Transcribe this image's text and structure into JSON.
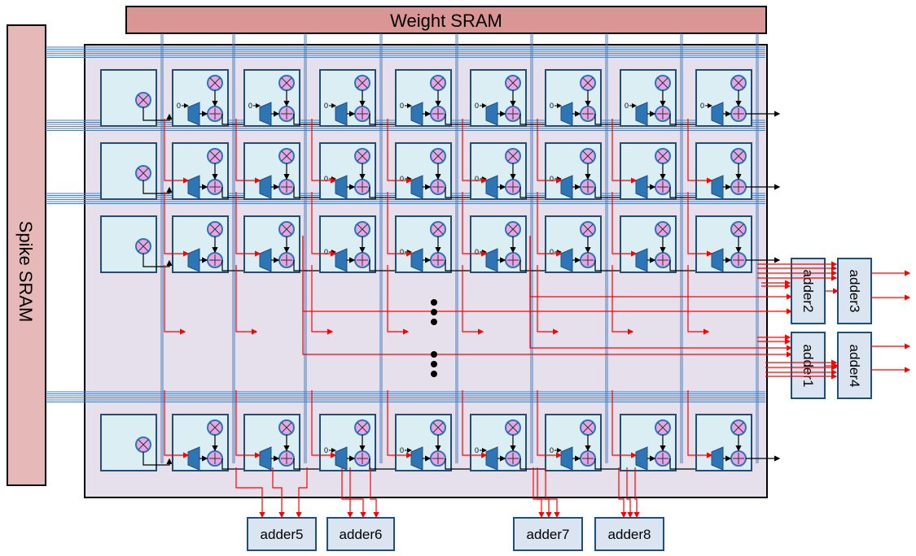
{
  "labels": {
    "weight_sram": "Weight SRAM",
    "spike_sram": "Spike SRAM",
    "adder1": "adder1",
    "adder2": "adder2",
    "adder3": "adder3",
    "adder4": "adder4",
    "adder5": "adder5",
    "adder6": "adder6",
    "adder7": "adder7",
    "adder8": "adder8",
    "mux_zero_input": "0"
  },
  "grid": {
    "rows_drawn": 4,
    "columns": 9,
    "ellipsis_between_rows": true
  },
  "colors": {
    "sram_fill": "#da9694",
    "spike_sram_fill": "#e6b9b8",
    "array_fill": "#e6e0ec",
    "pe_fill": "#dbeef4",
    "pe_border": "#1f4e79",
    "mux_fill": "#2e75b6",
    "op_fill": "#e6a6e6",
    "op_stroke": "#2e75b6",
    "wire_blue": "#4a7ebf",
    "wire_red": "#ff0000",
    "wire_black": "#000000",
    "adder_fill": "#dbe5f1"
  }
}
